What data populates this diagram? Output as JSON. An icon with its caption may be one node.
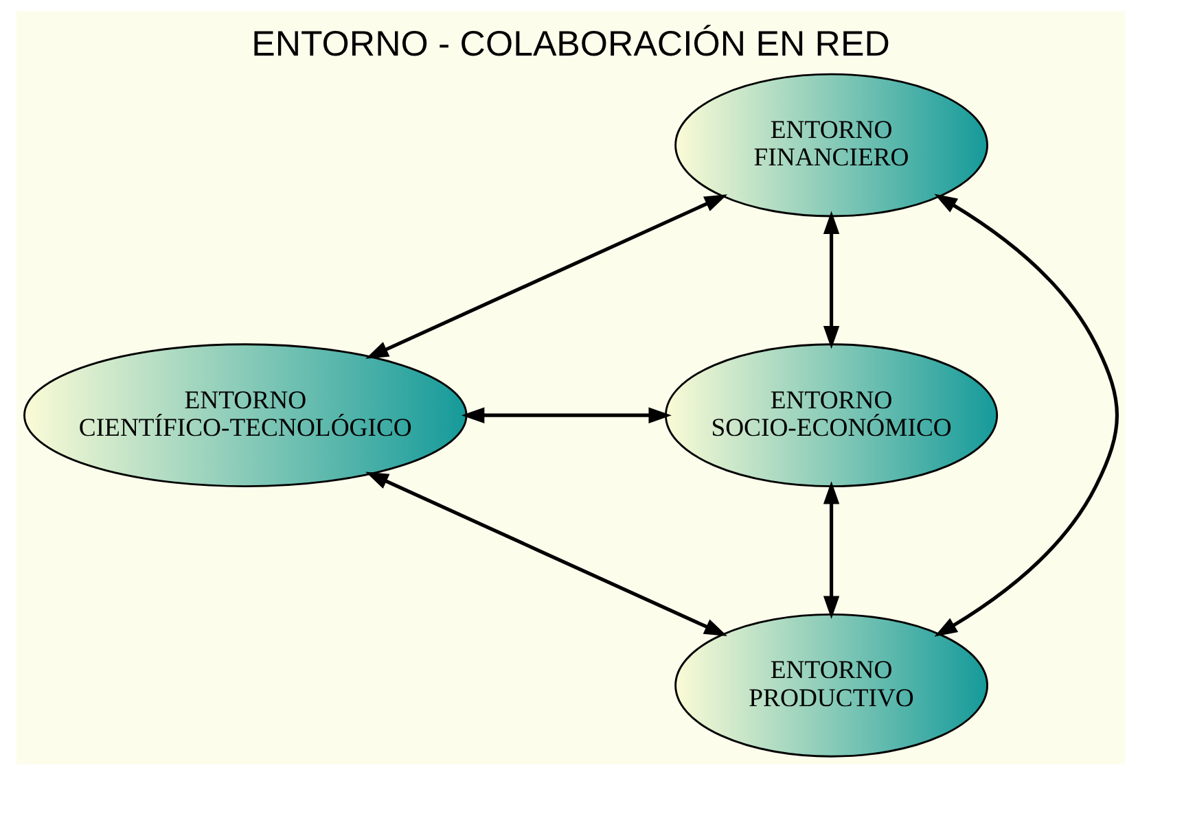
{
  "diagram": {
    "title": "ENTORNO - COLABORACIÓN EN RED",
    "nodes": [
      {
        "text": [
          "ENTORNO FINANCIERO"
        ]
      },
      {
        "text": [
          "ENTORNO CIENTÍFICO-TECNOLÓGICO"
        ]
      },
      {
        "text": [
          "ENTORNO SOCIO-ECONÓMICO"
        ]
      },
      {
        "text": [
          "ENTORNO PRODUCTIVO"
        ]
      }
    ],
    "edges": [
      {
        "from": 0,
        "to": 1,
        "arrow": "both"
      },
      {
        "from": 0,
        "to": 2,
        "arrow": "both"
      },
      {
        "from": 0,
        "to": 3,
        "arrow": "both"
      },
      {
        "from": 1,
        "to": 2,
        "arrow": "both"
      },
      {
        "from": 1,
        "to": 3,
        "arrow": "both"
      },
      {
        "from": 2,
        "to": 3,
        "arrow": "both"
      }
    ]
  }
}
